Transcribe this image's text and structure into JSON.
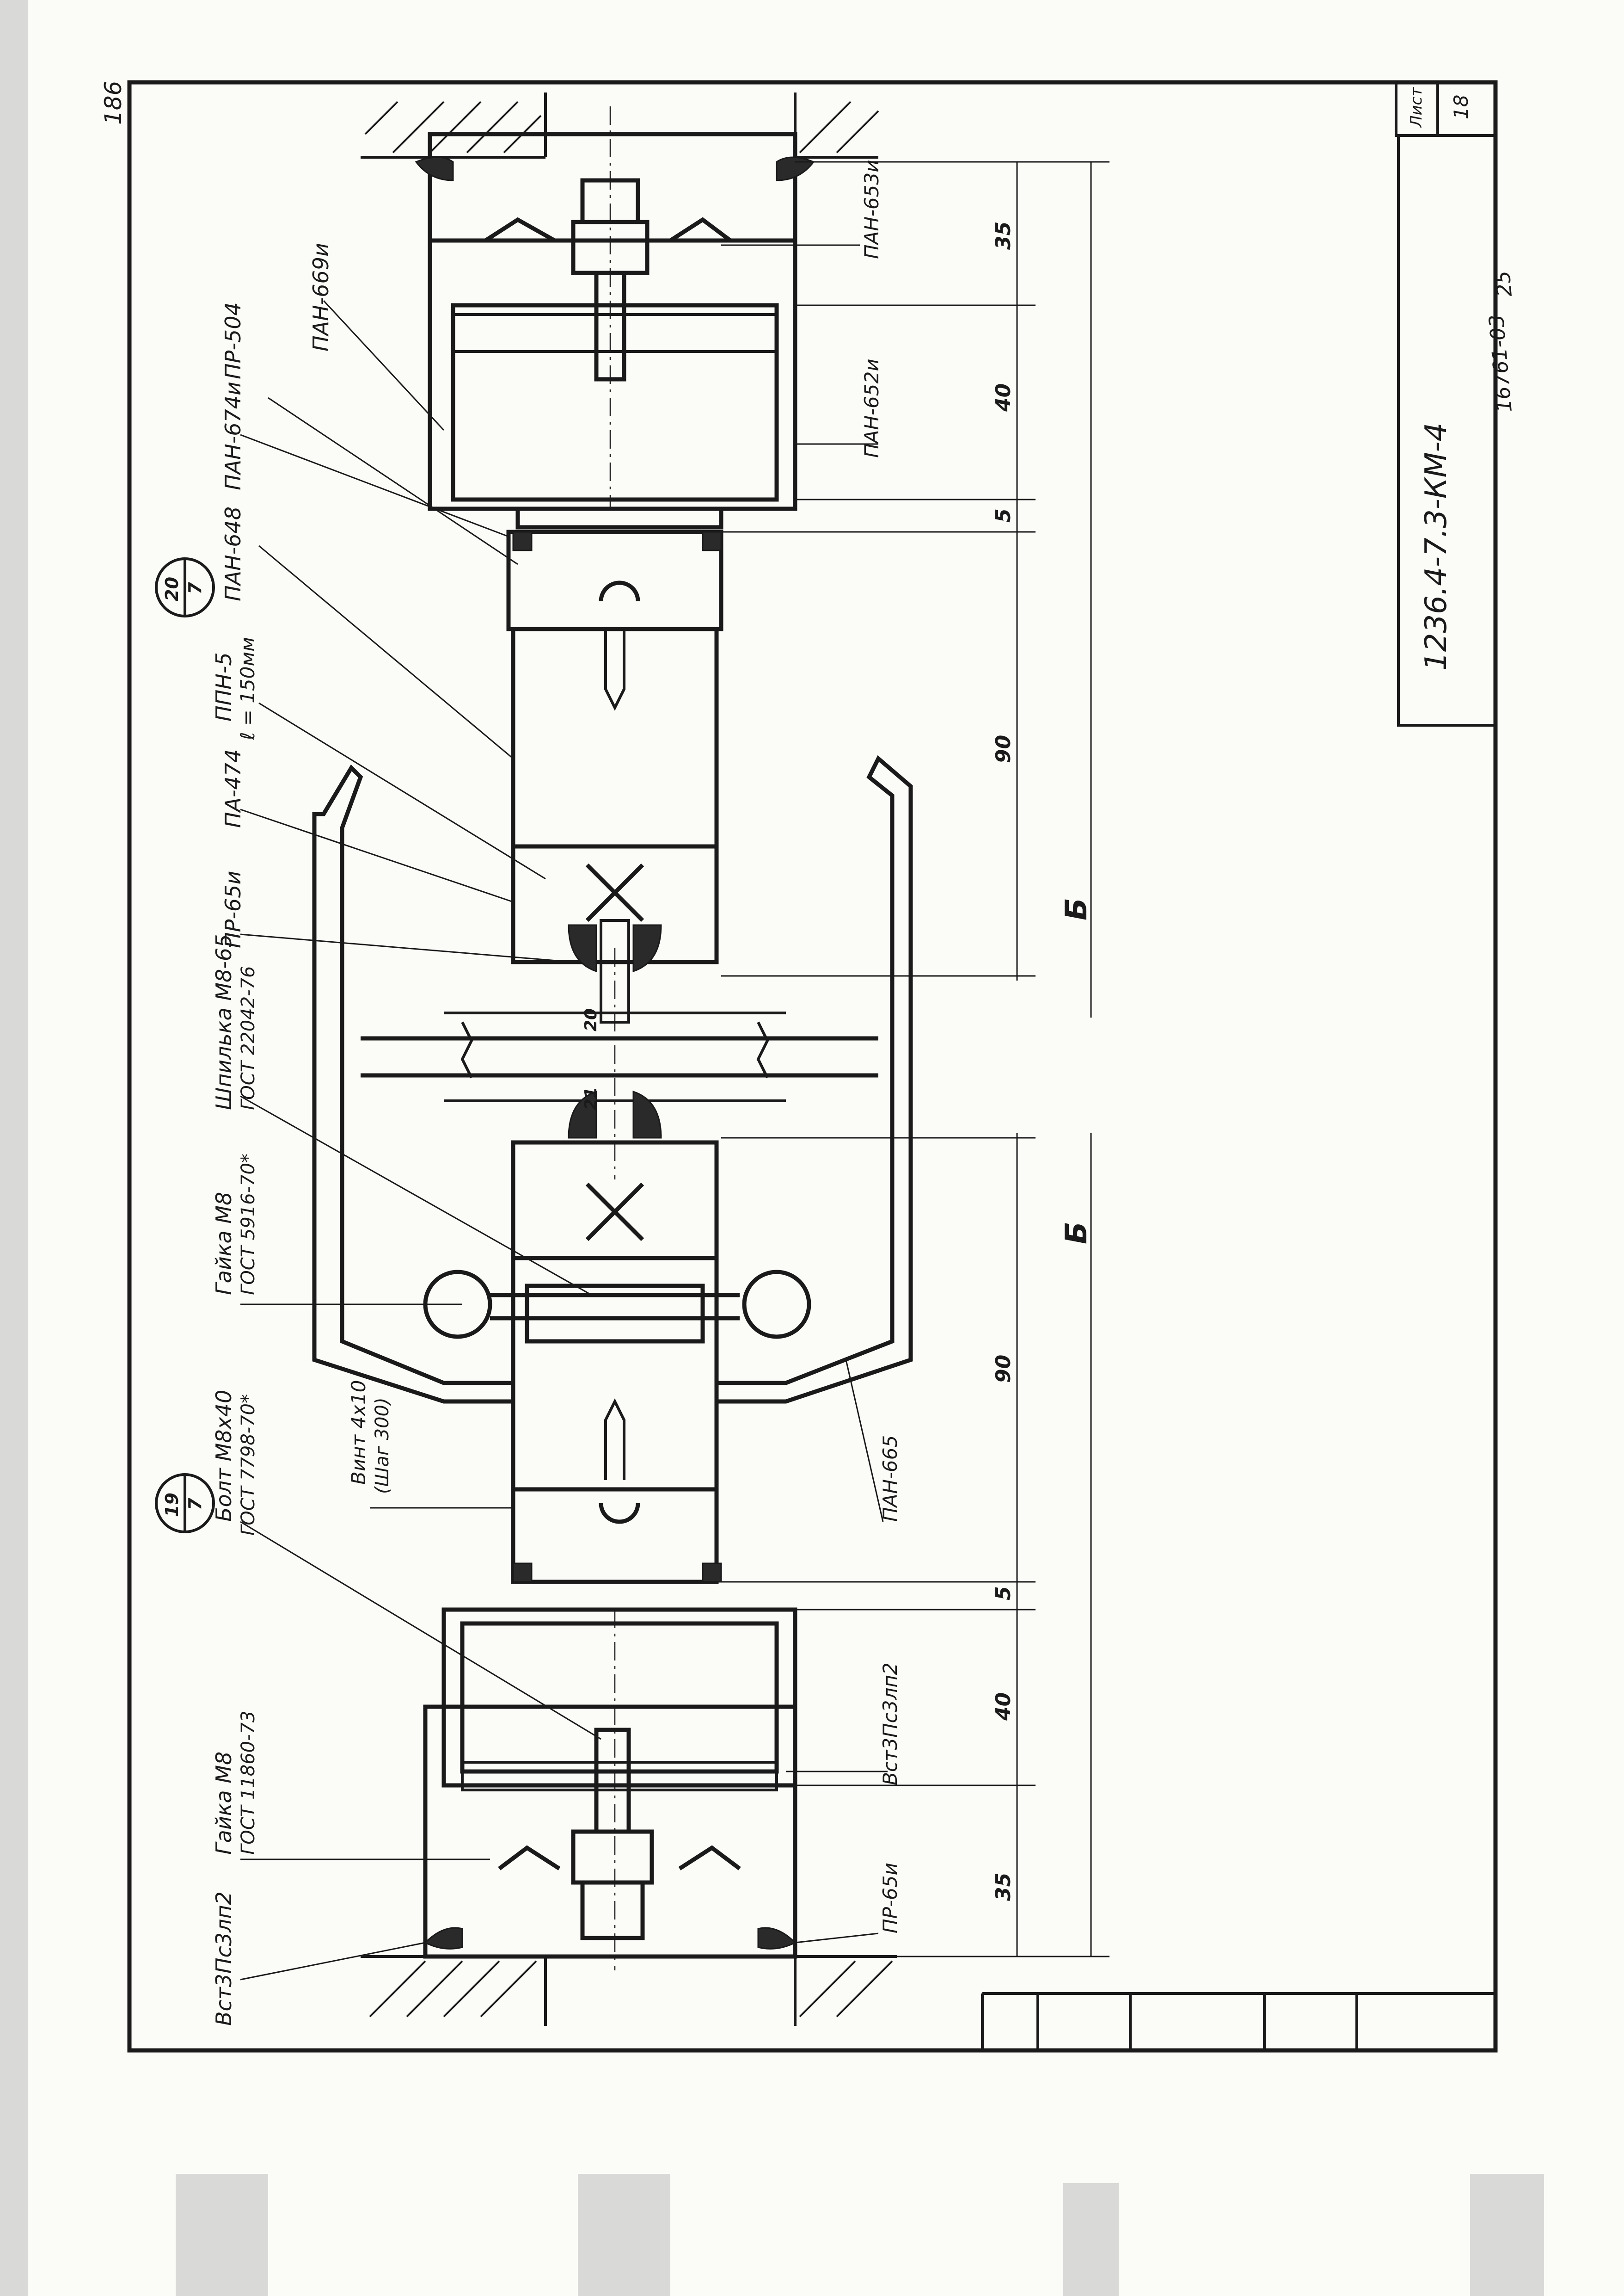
{
  "sheet": {
    "page_number": "186",
    "sheet_label": "Лист",
    "sheet_number": "18",
    "designation": "1236.4-7.3-КМ-4",
    "archive_number": "16761-03",
    "archive_suffix": "25"
  },
  "callouts": [
    {
      "number": "20",
      "sheet": "7"
    },
    {
      "number": "19",
      "sheet": "7"
    }
  ],
  "labels_top": {
    "pr504": "ПР-504",
    "pah674": "ПАН-674и",
    "pah669": "ПАН-669и",
    "pah648": "ПАН-648",
    "ppn5": "ППН-5",
    "ppn5_len": "ℓ = 150мм",
    "pa474": "ПА-474",
    "pr65_top": "ПР-65и",
    "stud": "Шпилька М8-65",
    "stud_gost": "ГОСТ 22042-76",
    "nut_top": "Гайка М8",
    "nut_top_gost": "ГОСТ 5916-70*",
    "screw": "Винт 4х10",
    "screw_pitch": "(Шаг 300)",
    "bolt": "Болт М8х40",
    "bolt_gost": "ГОСТ 7798-70*",
    "nut_bot": "Гайка М8",
    "nut_bot_gost": "ГОСТ 11860-73",
    "steel_left": "Вст3Пс3лп2"
  },
  "labels_bottom": {
    "pah653": "ПАН-653и",
    "pah652": "ПАН-652и",
    "pah665": "ПАН-665",
    "steel_right": "Вст3Пс3лп2",
    "pr65_bot": "ПР-65и"
  },
  "dimensions": {
    "d35_top": "35",
    "d40_top": "40",
    "d5_top": "5",
    "d90_top": "90",
    "b_top": "Б",
    "d90_bot": "90",
    "b_bot": "Б",
    "d5_bot": "5",
    "d40_bot": "40",
    "d35_bot": "35",
    "gap1": "20",
    "gap2": "21"
  }
}
